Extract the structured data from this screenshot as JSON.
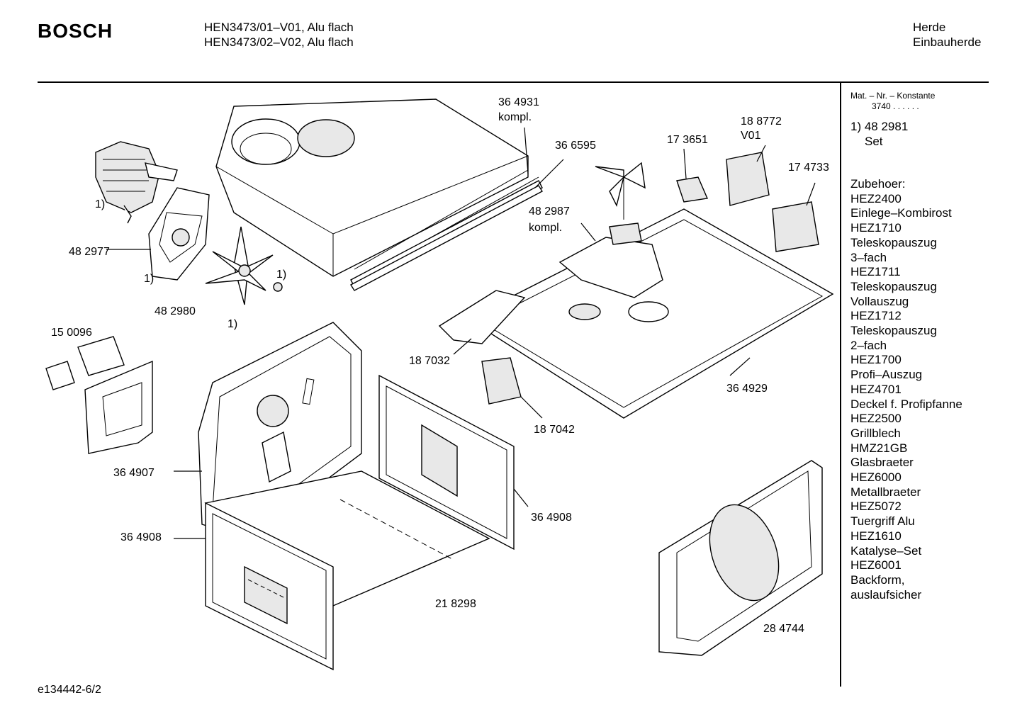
{
  "header": {
    "brand": "BOSCH",
    "models": [
      "HEN3473/01–V01, Alu flach",
      "HEN3473/02–V02, Alu flach"
    ],
    "category": [
      "Herde",
      "Einbauherde"
    ]
  },
  "sidebar": {
    "mat_title": "Mat. – Nr. – Konstante",
    "mat_value": "3740  .  .  .  .  .  .",
    "note_line1": "1) 48 2981",
    "note_line2": "Set",
    "accessories_title": "Zubehoer:",
    "accessories": [
      "HEZ2400",
      "Einlege–Kombirost",
      "HEZ1710",
      "Teleskopauszug",
      "3–fach",
      "HEZ1711",
      "Teleskopauszug",
      "Vollauszug",
      "HEZ1712",
      "Teleskopauszug",
      "2–fach",
      "HEZ1700",
      "Profi–Auszug",
      "HEZ4701",
      "Deckel f. Profipfanne",
      "HEZ2500",
      "Grillblech",
      "HMZ21GB",
      "Glasbraeter",
      "HEZ6000",
      "Metallbraeter",
      "HEZ5072",
      "Tuergriff Alu",
      "HEZ1610",
      "Katalyse–Set",
      "HEZ6001",
      "Backform,",
      "auslaufsicher"
    ]
  },
  "labels": {
    "p364931": "36 4931",
    "p364931b": "kompl.",
    "p366595": "36 6595",
    "p173651": "17 3651",
    "p188772": "18 8772",
    "p188772b": "V01",
    "p174733": "17 4733",
    "p482987": "48 2987",
    "p482987b": "kompl.",
    "note1_motor": "1)",
    "p482977": "48 2977",
    "note1_cover": "1)",
    "note1_nut": "1)",
    "p482980": "48 2980",
    "note1_fan": "1)",
    "p150096": "15 0096",
    "p187032": "18 7032",
    "p364929": "36 4929",
    "p187042": "18 7042",
    "p364907": "36 4907",
    "p364908r": "36 4908",
    "p364908l": "36 4908",
    "p218298": "21 8298",
    "p284744": "28 4744"
  },
  "footer": {
    "code": "e134442-6/2"
  }
}
